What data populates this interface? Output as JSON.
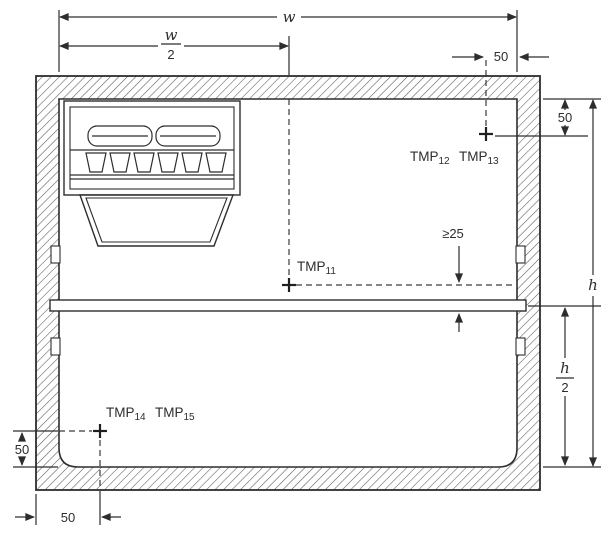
{
  "figure": {
    "background": "#ffffff",
    "line_color": "#2d2d2d",
    "hatch_color": "#5a5a5a",
    "dims": {
      "w": "w",
      "w_frac_num": "w",
      "w_frac_den": "2",
      "h": "h",
      "h_frac_num": "h",
      "h_frac_den": "2",
      "offset_top_right": "50",
      "offset_right": "50",
      "offset_left": "50",
      "offset_bottom": "50",
      "clearance": "≥25"
    },
    "probes": {
      "tmp11": {
        "base": "TMP",
        "sub": "11"
      },
      "tmp12": {
        "base": "TMP",
        "sub": "12"
      },
      "tmp13": {
        "base": "TMP",
        "sub": "13"
      },
      "tmp14": {
        "base": "TMP",
        "sub": "14"
      },
      "tmp15": {
        "base": "TMP",
        "sub": "15"
      }
    }
  }
}
